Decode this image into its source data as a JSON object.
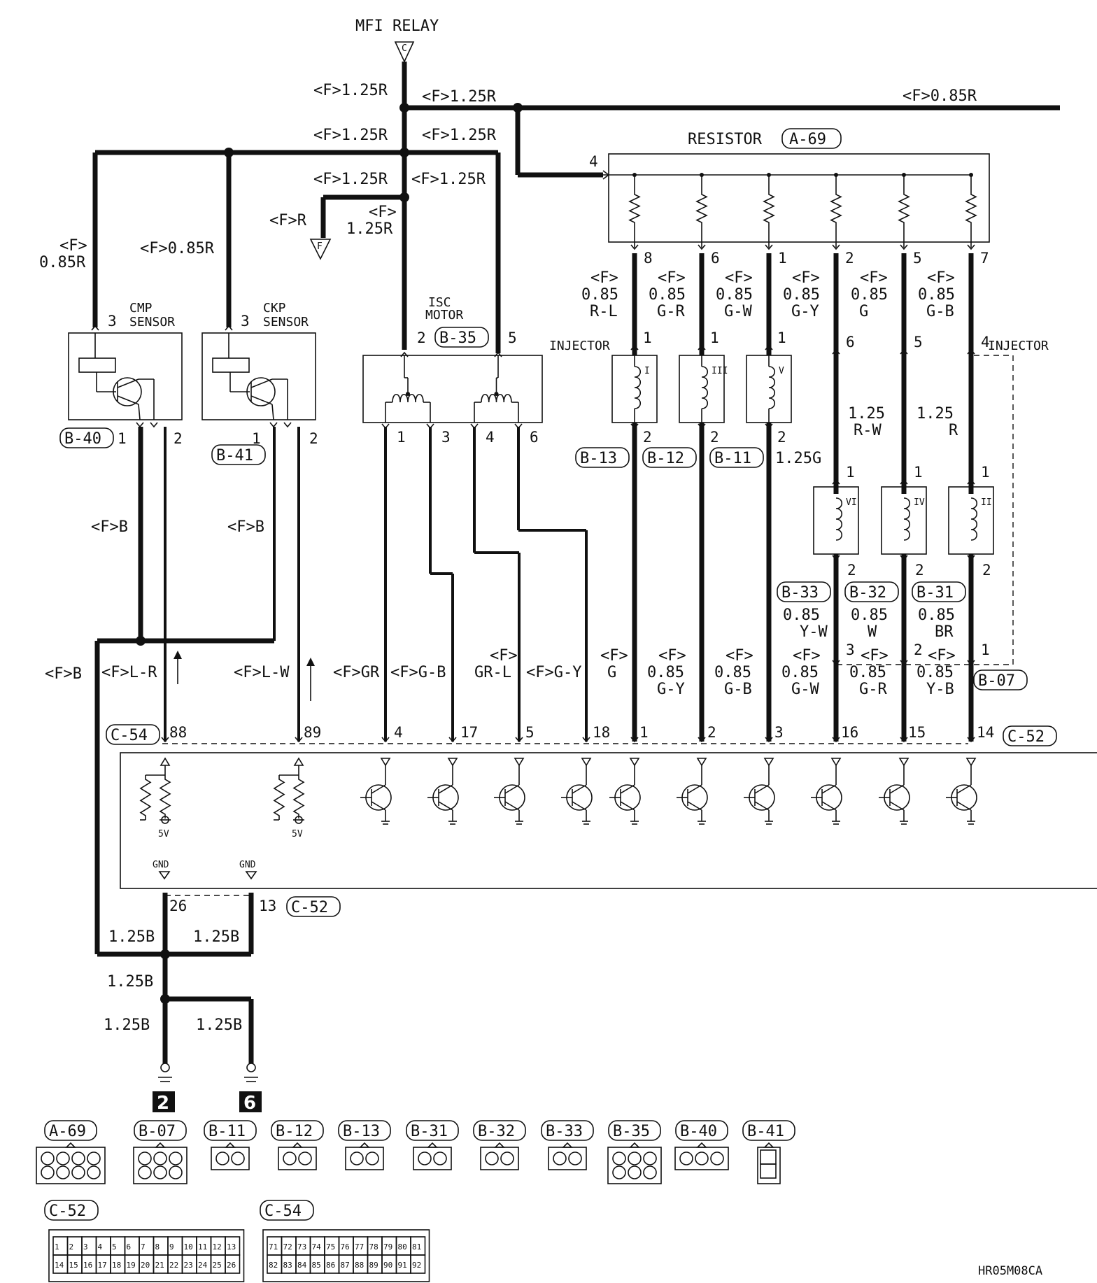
{
  "top": {
    "relay": "MFI RELAY",
    "relay_tag": "C",
    "f_tag": "F"
  },
  "wires": [
    {
      "id": "w_tl",
      "text": "<F>1.25R"
    },
    {
      "id": "w_tr",
      "text": "<F>1.25R"
    },
    {
      "id": "w_far",
      "text": "<F>0.85R"
    },
    {
      "id": "w_ml",
      "text": "<F>1.25R"
    },
    {
      "id": "w_mr",
      "text": "<F>1.25R"
    },
    {
      "id": "w_lo_l",
      "text": "<F>1.25R"
    },
    {
      "id": "w_lo_r",
      "text": "<F>1.25R"
    },
    {
      "id": "w_fr",
      "text": "<F>R"
    },
    {
      "id": "w_isc_f",
      "text": "<F>"
    },
    {
      "id": "w_isc_v",
      "text": "1.25R"
    },
    {
      "id": "w_cmp_f",
      "text": "<F>"
    },
    {
      "id": "w_cmp_v",
      "text": "0.85R"
    },
    {
      "id": "w_ckp",
      "text": "<F>0.85R"
    }
  ],
  "resistor": {
    "title": "RESISTOR",
    "connector": "A-69",
    "in_pin": "4",
    "pins": [
      "8",
      "6",
      "1",
      "2",
      "5",
      "7"
    ]
  },
  "res_wires": [
    [
      "<F>",
      "0.85",
      "R-L"
    ],
    [
      "<F>",
      "0.85",
      "G-R"
    ],
    [
      "<F>",
      "0.85",
      "G-W"
    ],
    [
      "<F>",
      "0.85",
      "G-Y"
    ],
    [
      "<F>",
      "0.85",
      "G"
    ],
    [
      "<F>",
      "0.85",
      "G-B"
    ]
  ],
  "sensors": {
    "cmp": {
      "line1": "CMP",
      "line2": "SENSOR",
      "connector": "B-40",
      "pin_top": "3",
      "pin1": "1",
      "pin2": "2"
    },
    "ckp": {
      "line1": "CKP",
      "line2": "SENSOR",
      "connector": "B-41",
      "pin_top": "3",
      "pin1": "1",
      "pin2": "2"
    }
  },
  "isc": {
    "line1": "ISC",
    "line2": "MOTOR",
    "connector": "B-35",
    "pin_l": "2",
    "pin_r": "5",
    "bottom_pins": [
      "1",
      "3",
      "4",
      "6"
    ]
  },
  "injectors": {
    "left_label": "INJECTOR",
    "right_label": "INJECTOR",
    "upper": [
      {
        "roman": "I",
        "pin_top": "1",
        "pin_bot": "2",
        "connector": "B-13"
      },
      {
        "roman": "III",
        "pin_top": "1",
        "pin_bot": "2",
        "connector": "B-12"
      },
      {
        "roman": "V",
        "pin_top": "1",
        "pin_bot": "2",
        "connector": "B-11"
      }
    ],
    "right_pins": [
      "6",
      "5",
      "4"
    ],
    "right_wires": [
      [
        "1.25G"
      ],
      [
        "1.25",
        "R-W"
      ],
      [
        "1.25",
        "R"
      ]
    ],
    "lower": [
      {
        "roman": "VI",
        "pin_top": "1",
        "pin_bot": "2",
        "connector": "B-33",
        "w1": "0.85",
        "w2": "Y-W"
      },
      {
        "roman": "IV",
        "pin_top": "1",
        "pin_bot": "2",
        "connector": "B-32",
        "w1": "0.85",
        "w2": "W"
      },
      {
        "roman": "II",
        "pin_top": "1",
        "pin_bot": "2",
        "connector": "B-31",
        "w1": "0.85",
        "w2": "BR"
      }
    ],
    "b07": {
      "connector": "B-07",
      "pins": [
        "3",
        "2",
        "1"
      ]
    }
  },
  "mid_wires": [
    {
      "id": "m_b1",
      "text": "<F>B"
    },
    {
      "id": "m_b2",
      "text": "<F>B"
    },
    {
      "id": "m_b3",
      "text": "<F>B"
    },
    {
      "id": "m_lr",
      "text": "<F>L-R"
    },
    {
      "id": "m_lw",
      "text": "<F>L-W"
    },
    {
      "id": "m_gr",
      "text": "<F>GR"
    },
    {
      "id": "m_gb",
      "text": "<F>G-B"
    },
    {
      "id": "m_grl_f",
      "text": "<F>"
    },
    {
      "id": "m_grl",
      "text": "GR-L"
    },
    {
      "id": "m_gy",
      "text": "<F>G-Y"
    },
    {
      "id": "m_g_f",
      "text": "<F>"
    },
    {
      "id": "m_g",
      "text": "G"
    }
  ],
  "low_wires": [
    [
      "<F>",
      "0.85",
      "G-Y"
    ],
    [
      "<F>",
      "0.85",
      "G-B"
    ],
    [
      "<F>",
      "0.85",
      "G-W"
    ],
    [
      "<F>",
      "0.85",
      "G-R"
    ],
    [
      "<F>",
      "0.85",
      "Y-B"
    ]
  ],
  "ecu": {
    "c54": "C-54",
    "c52": "C-52",
    "c52b": "C-52",
    "pins": [
      "88",
      "89",
      "4",
      "17",
      "5",
      "18",
      "1",
      "2",
      "3",
      "16",
      "15",
      "14"
    ],
    "v5": "5V",
    "gnd": "GND",
    "gnd_pins": [
      "26",
      "13"
    ]
  },
  "ground": {
    "labels": [
      "1.25B",
      "1.25B",
      "1.25B",
      "1.25B",
      "1.25B"
    ],
    "points": [
      "2",
      "6"
    ]
  },
  "connectors": [
    "A-69",
    "B-07",
    "B-11",
    "B-12",
    "B-13",
    "B-31",
    "B-32",
    "B-33",
    "B-35",
    "B-40",
    "B-41"
  ],
  "big_connectors": [
    "C-52",
    "C-54"
  ],
  "c52_pins": [
    [
      "1",
      "2",
      "3",
      "4",
      "5",
      "6",
      "7",
      "8",
      "9",
      "10",
      "11",
      "12",
      "13"
    ],
    [
      "14",
      "15",
      "16",
      "17",
      "18",
      "19",
      "20",
      "21",
      "22",
      "23",
      "24",
      "25",
      "26"
    ]
  ],
  "c54_pins": [
    [
      "71",
      "72",
      "73",
      "74",
      "75",
      "76",
      "77",
      "78",
      "79",
      "80",
      "81"
    ],
    [
      "82",
      "83",
      "84",
      "85",
      "86",
      "87",
      "88",
      "89",
      "90",
      "91",
      "92"
    ]
  ],
  "code": "HR05M08CA"
}
